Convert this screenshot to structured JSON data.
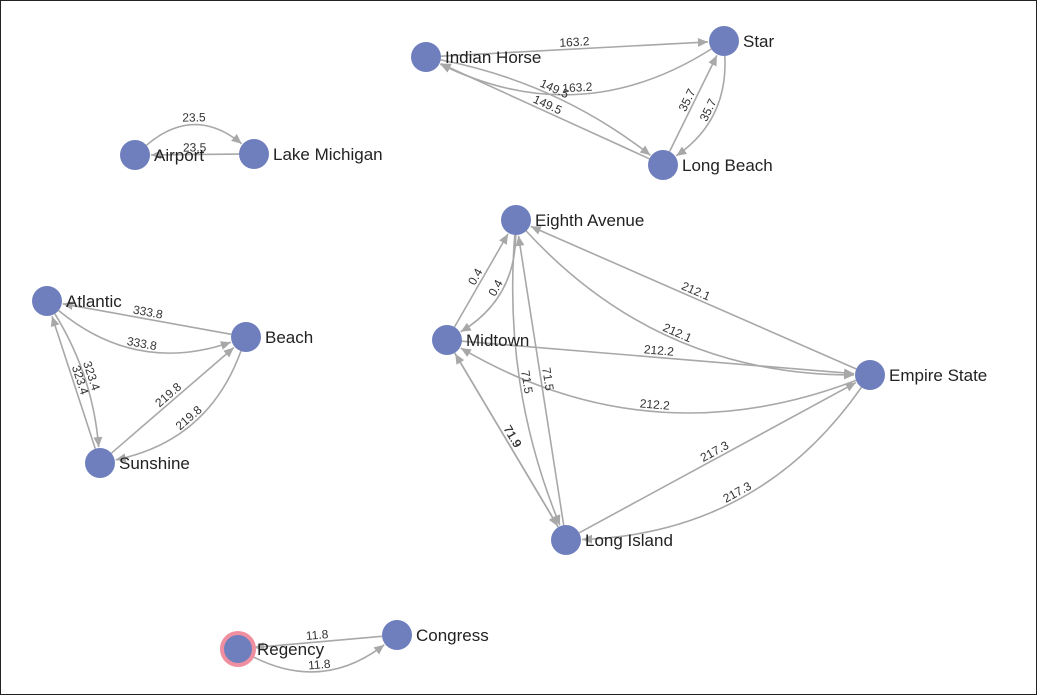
{
  "graph": {
    "node_color": "#6f7fbd",
    "highlight_ring_color": "#ef8fa0",
    "edge_color": "#a8a8a8",
    "nodes": [
      {
        "id": "indian_horse",
        "label": "Indian Horse"
      },
      {
        "id": "star",
        "label": "Star"
      },
      {
        "id": "long_beach",
        "label": "Long Beach"
      },
      {
        "id": "airport",
        "label": "Airport"
      },
      {
        "id": "lake_michigan",
        "label": "Lake Michigan"
      },
      {
        "id": "eighth_avenue",
        "label": "Eighth Avenue"
      },
      {
        "id": "midtown",
        "label": "Midtown"
      },
      {
        "id": "empire_state",
        "label": "Empire State"
      },
      {
        "id": "long_island",
        "label": "Long Island"
      },
      {
        "id": "atlantic",
        "label": "Atlantic"
      },
      {
        "id": "beach",
        "label": "Beach"
      },
      {
        "id": "sunshine",
        "label": "Sunshine"
      },
      {
        "id": "regency",
        "label": "Regency",
        "highlighted": true
      },
      {
        "id": "congress",
        "label": "Congress"
      }
    ],
    "edges": [
      {
        "from": "indian_horse",
        "to": "star",
        "weight": "163.2"
      },
      {
        "from": "star",
        "to": "indian_horse",
        "weight": "163.2"
      },
      {
        "from": "indian_horse",
        "to": "long_beach",
        "weight": "149.5"
      },
      {
        "from": "long_beach",
        "to": "indian_horse",
        "weight": "149.5"
      },
      {
        "from": "long_beach",
        "to": "star",
        "weight": "35.7"
      },
      {
        "from": "star",
        "to": "long_beach",
        "weight": "35.7"
      },
      {
        "from": "airport",
        "to": "lake_michigan",
        "weight": "23.5"
      },
      {
        "from": "lake_michigan",
        "to": "airport",
        "weight": "23.5"
      },
      {
        "from": "eighth_avenue",
        "to": "empire_state",
        "weight": "212.1"
      },
      {
        "from": "empire_state",
        "to": "eighth_avenue",
        "weight": "212.1"
      },
      {
        "from": "midtown",
        "to": "empire_state",
        "weight": "212.2"
      },
      {
        "from": "empire_state",
        "to": "midtown",
        "weight": "212.2"
      },
      {
        "from": "midtown",
        "to": "eighth_avenue",
        "weight": "0.4"
      },
      {
        "from": "eighth_avenue",
        "to": "midtown",
        "weight": "0.4"
      },
      {
        "from": "eighth_avenue",
        "to": "long_island",
        "weight": "71.5"
      },
      {
        "from": "long_island",
        "to": "eighth_avenue",
        "weight": "71.5"
      },
      {
        "from": "midtown",
        "to": "long_island",
        "weight": "71.9"
      },
      {
        "from": "long_island",
        "to": "midtown",
        "weight": "71.9"
      },
      {
        "from": "long_island",
        "to": "empire_state",
        "weight": "217.3"
      },
      {
        "from": "empire_state",
        "to": "long_island",
        "weight": "217.3"
      },
      {
        "from": "atlantic",
        "to": "beach",
        "weight": "333.8"
      },
      {
        "from": "beach",
        "to": "atlantic",
        "weight": "333.8"
      },
      {
        "from": "atlantic",
        "to": "sunshine",
        "weight": "323.4"
      },
      {
        "from": "sunshine",
        "to": "atlantic",
        "weight": "323.4"
      },
      {
        "from": "sunshine",
        "to": "beach",
        "weight": "219.8"
      },
      {
        "from": "beach",
        "to": "sunshine",
        "weight": "219.8"
      },
      {
        "from": "regency",
        "to": "congress",
        "weight": "11.8"
      },
      {
        "from": "congress",
        "to": "regency",
        "weight": "11.8"
      }
    ]
  }
}
